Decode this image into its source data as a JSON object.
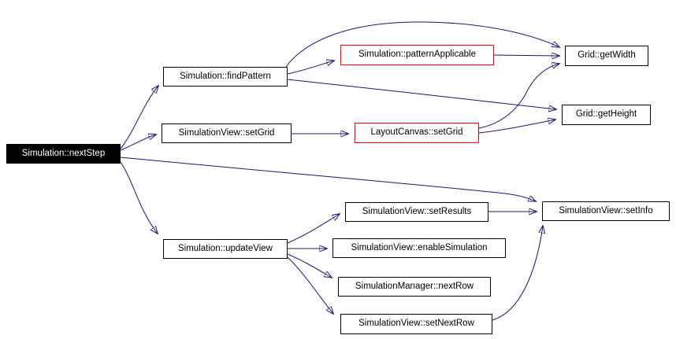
{
  "diagram": {
    "type": "doxygen-call-graph",
    "background_color": "#ffffff",
    "edge_color": "#191970",
    "node_fill": "#ffffff",
    "node_border_color": "#000000",
    "node_text_color": "#000000",
    "root_node_fill": "#000000",
    "root_node_text_color": "#ffffff",
    "highlight_border_color": "#ff0000"
  },
  "nodes": {
    "nextStep": {
      "label": "Simulation::nextStep",
      "style": "root"
    },
    "findPattern": {
      "label": "Simulation::findPattern",
      "style": "normal"
    },
    "viewSetGrid": {
      "label": "SimulationView::setGrid",
      "style": "normal"
    },
    "patternApplicable": {
      "label": "Simulation::patternApplicable",
      "style": "highlight"
    },
    "layoutSetGrid": {
      "label": "LayoutCanvas::setGrid",
      "style": "highlight"
    },
    "getWidth": {
      "label": "Grid::getWidth",
      "style": "normal"
    },
    "getHeight": {
      "label": "Grid::getHeight",
      "style": "normal"
    },
    "updateView": {
      "label": "Simulation::updateView",
      "style": "normal"
    },
    "setResults": {
      "label": "SimulationView::setResults",
      "style": "normal"
    },
    "enableSimulation": {
      "label": "SimulationView::enableSimulation",
      "style": "normal"
    },
    "managerNextRow": {
      "label": "SimulationManager::nextRow",
      "style": "normal"
    },
    "setNextRow": {
      "label": "SimulationView::setNextRow",
      "style": "normal"
    },
    "setInfo": {
      "label": "SimulationView::setInfo",
      "style": "normal"
    }
  },
  "edges": [
    {
      "from": "Simulation::nextStep",
      "to": "Simulation::findPattern"
    },
    {
      "from": "Simulation::nextStep",
      "to": "SimulationView::setGrid"
    },
    {
      "from": "Simulation::nextStep",
      "to": "SimulationView::setInfo"
    },
    {
      "from": "Simulation::nextStep",
      "to": "Simulation::updateView"
    },
    {
      "from": "Simulation::findPattern",
      "to": "Simulation::patternApplicable"
    },
    {
      "from": "Simulation::findPattern",
      "to": "Grid::getWidth"
    },
    {
      "from": "Simulation::findPattern",
      "to": "Grid::getHeight"
    },
    {
      "from": "Simulation::patternApplicable",
      "to": "Grid::getWidth"
    },
    {
      "from": "SimulationView::setGrid",
      "to": "LayoutCanvas::setGrid"
    },
    {
      "from": "LayoutCanvas::setGrid",
      "to": "Grid::getWidth"
    },
    {
      "from": "LayoutCanvas::setGrid",
      "to": "Grid::getHeight"
    },
    {
      "from": "Simulation::updateView",
      "to": "SimulationView::setResults"
    },
    {
      "from": "Simulation::updateView",
      "to": "SimulationView::enableSimulation"
    },
    {
      "from": "Simulation::updateView",
      "to": "SimulationManager::nextRow"
    },
    {
      "from": "Simulation::updateView",
      "to": "SimulationView::setNextRow"
    },
    {
      "from": "SimulationView::setResults",
      "to": "SimulationView::setInfo"
    },
    {
      "from": "SimulationView::setNextRow",
      "to": "SimulationView::setInfo"
    }
  ]
}
